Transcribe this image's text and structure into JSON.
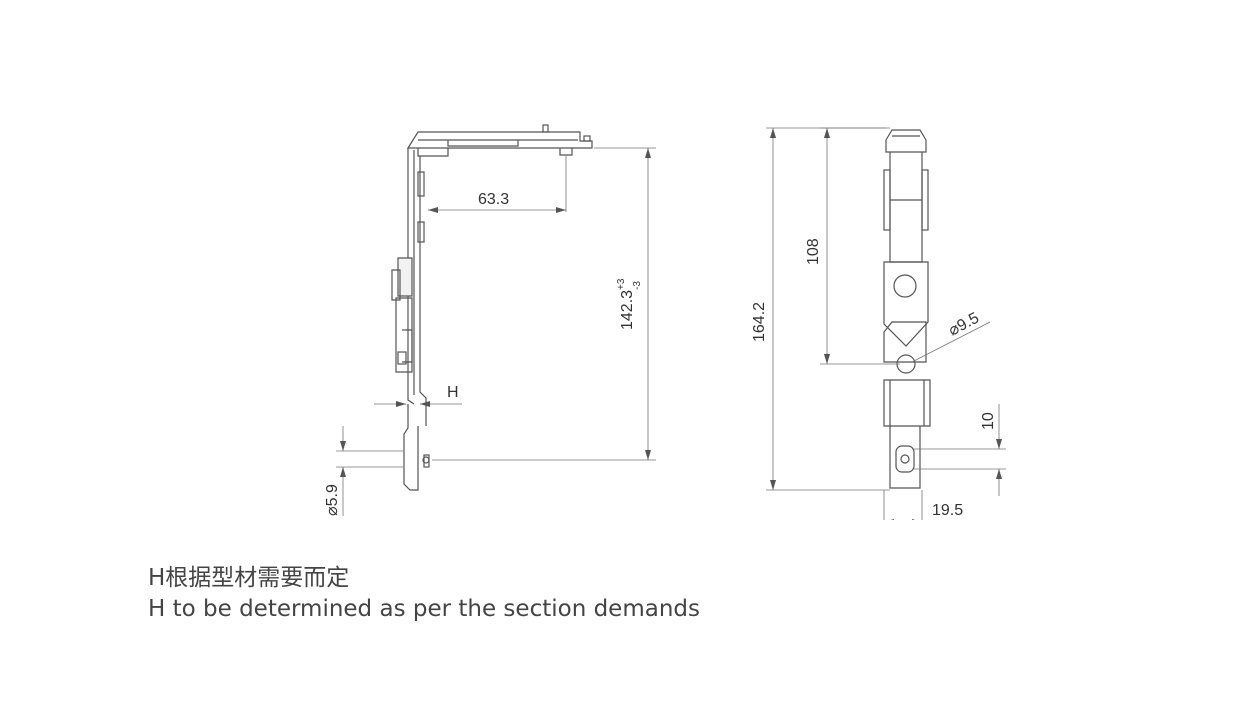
{
  "dimensions": {
    "offset_63_3": "63.3",
    "height_142_3": "142.3",
    "tol_plus": "+3",
    "tol_minus": "-3",
    "h_label": "H",
    "dia_5_9": "⌀5.9",
    "total_164_2": "164.2",
    "length_108": "108",
    "dia_9_5": "⌀9.5",
    "dim_10": "10",
    "width_19_5": "19.5"
  },
  "captions": {
    "cn": "H根据型材需要而定",
    "en": "H to be determined as per the section demands"
  }
}
